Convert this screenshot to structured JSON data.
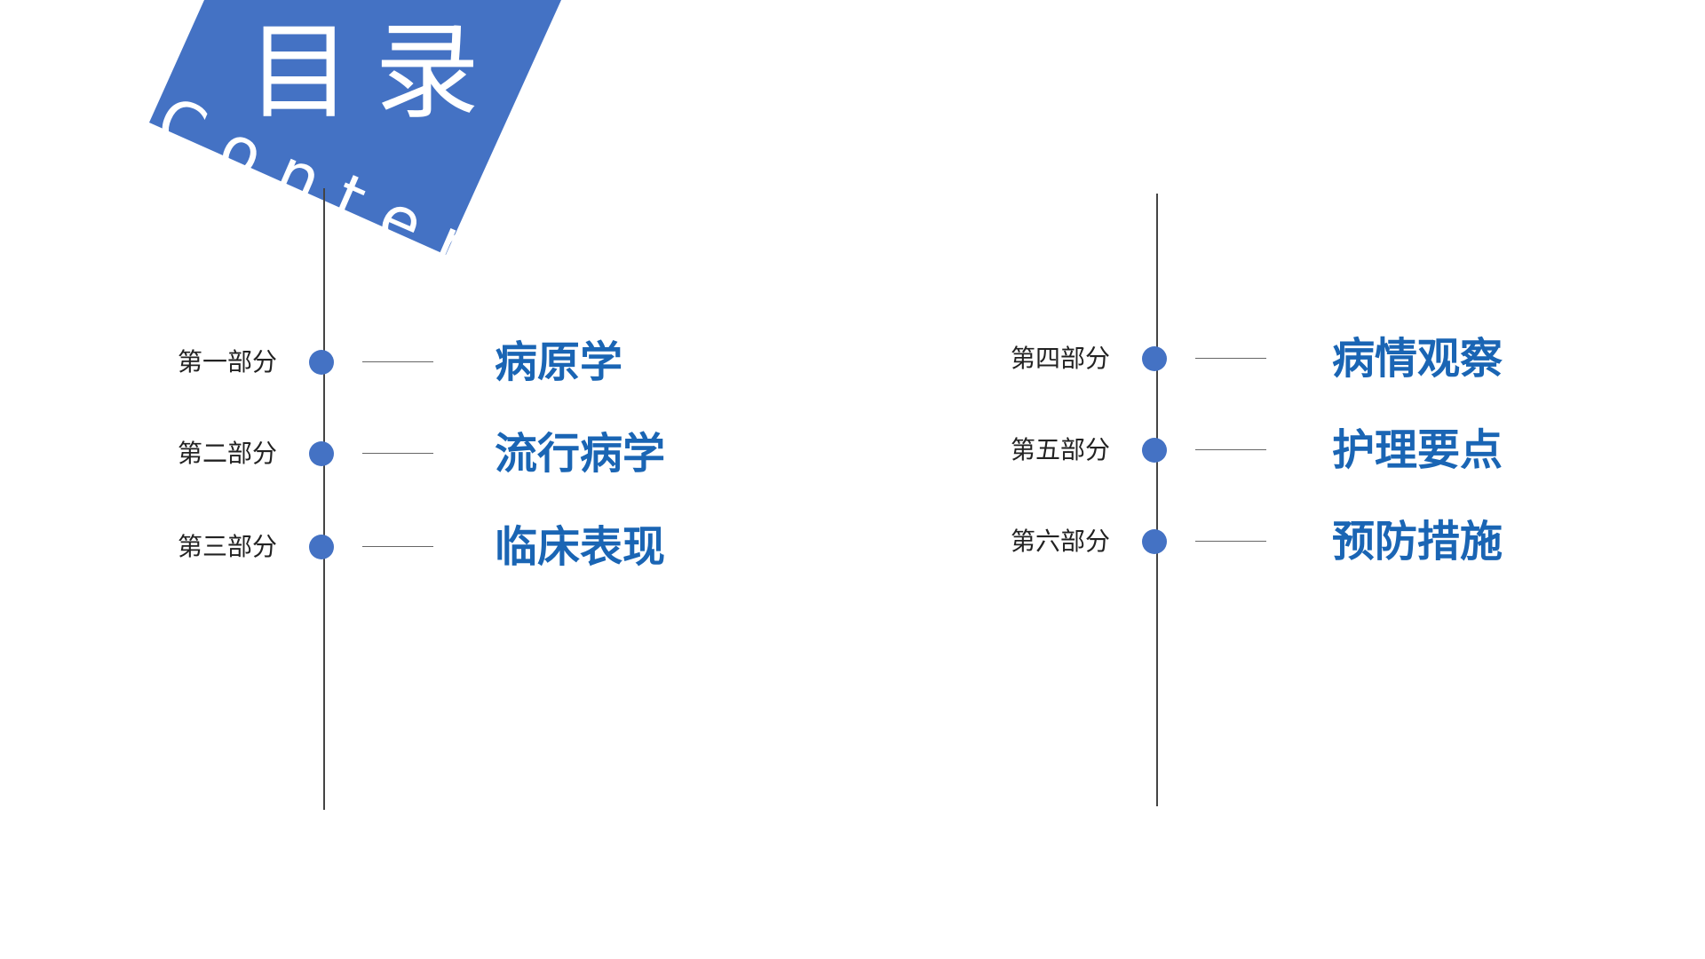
{
  "header": {
    "title": "目录",
    "subtitle": "Content",
    "accent_color": "#4472c4"
  },
  "left_column": {
    "items": [
      {
        "part": "第一部分",
        "topic": "病原学"
      },
      {
        "part": "第二部分",
        "topic": "流行病学"
      },
      {
        "part": "第三部分",
        "topic": "临床表现"
      }
    ]
  },
  "right_column": {
    "items": [
      {
        "part": "第四部分",
        "topic": "病情观察"
      },
      {
        "part": "第五部分",
        "topic": "护理要点"
      },
      {
        "part": "第六部分",
        "topic": "预防措施"
      }
    ]
  },
  "colors": {
    "topic_text": "#1a65b4",
    "dot": "#4472c4",
    "line": "#444444"
  }
}
